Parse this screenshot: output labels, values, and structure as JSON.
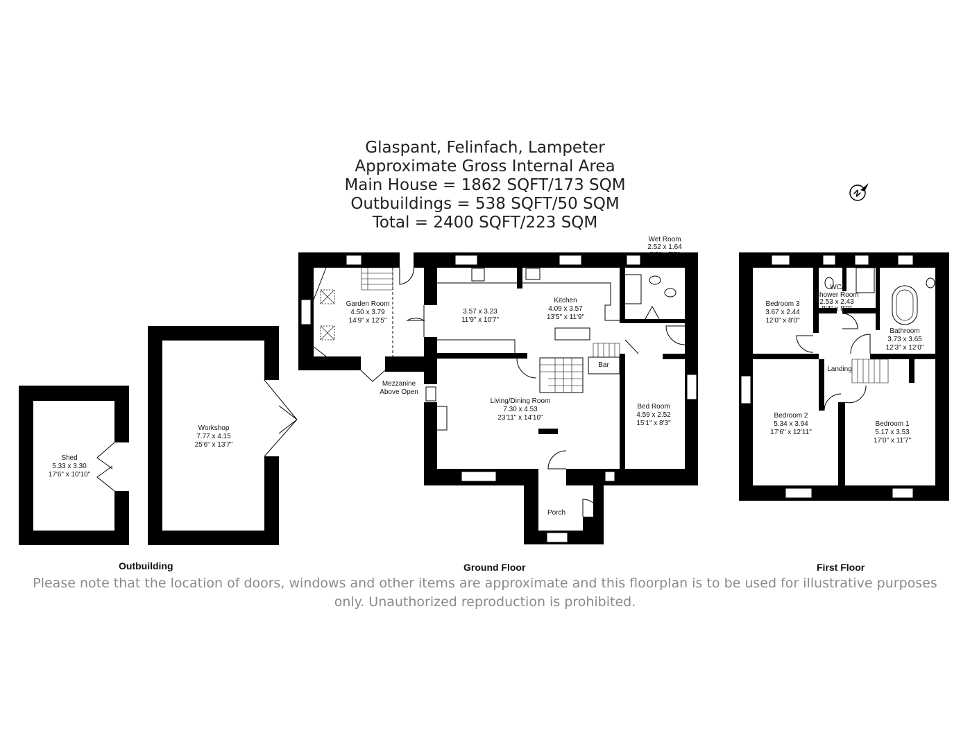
{
  "title": {
    "lines": [
      "Glaspant, Felinfach, Lampeter",
      "Approximate Gross Internal Area",
      "Main House = 1862 SQFT/173 SQM",
      "Outbuildings = 538 SQFT/50 SQM",
      "Total = 2400 SQFT/223 SQM"
    ]
  },
  "floors": {
    "outbuilding": "Outbuilding",
    "ground": "Ground Floor",
    "first": "First Floor"
  },
  "rooms": {
    "shed": {
      "name": "Shed",
      "metric": "5.33 x 3.30",
      "imperial": "17'6\" x 10'10\""
    },
    "workshop": {
      "name": "Workshop",
      "metric": "7.77 x 4.15",
      "imperial": "25'6\" x 13'7\""
    },
    "garden_room": {
      "name": "Garden Room",
      "metric": "4.50 x 3.79",
      "imperial": "14'9\" x 12'5\""
    },
    "mezzanine": {
      "line1": "Mezzanine",
      "line2": "Above Open"
    },
    "unnamed_room": {
      "metric": "3.57 x 3.23",
      "imperial": "11'9\" x 10'7\""
    },
    "kitchen": {
      "name": "Kitchen",
      "metric": "4.09 x 3.57",
      "imperial": "13'5\" x 11'9\""
    },
    "wet_room": {
      "name": "Wet Room",
      "metric": "2.52 x 1.64",
      "imperial": "8'3\" x 5'5\""
    },
    "bar": {
      "name": "Bar"
    },
    "living": {
      "name": "Living/Dining Room",
      "metric": "7.30 x 4.53",
      "imperial": "23'11\" x 14'10\""
    },
    "bedroom_ground": {
      "name": "Bed Room",
      "metric": "4.59 x 2.52",
      "imperial": "15'1\" x 8'3\""
    },
    "porch": {
      "name": "Porch"
    },
    "bedroom3": {
      "name": "Bedroom 3",
      "metric": "3.67 x 2.44",
      "imperial": "12'0\" x 8'0\""
    },
    "wc": {
      "line1": "WC/",
      "line2": "Shower Room",
      "metric": "2.53 x 2.43",
      "imperial": "8'4\" x 8'0\""
    },
    "bathroom": {
      "name": "Bathroom",
      "metric": "3.73 x 3.65",
      "imperial": "12'3\" x 12'0\""
    },
    "landing": {
      "name": "Landing"
    },
    "bedroom2": {
      "name": "Bedroom 2",
      "metric": "5.34 x 3.94",
      "imperial": "17'6\" x 12'11\""
    },
    "bedroom1": {
      "name": "Bedroom 1",
      "metric": "5.17 x 3.53",
      "imperial": "17'0\" x 11'7\""
    }
  },
  "compass": {
    "icon": "compass-north-icon",
    "letter": "N"
  },
  "disclaimer": "Please note that the location of doors, windows and other items are approximate and this floorplan is to be used for illustrative purposes only. Unauthorized reproduction is prohibited.",
  "colors": {
    "wall": "#000000",
    "disclaimer": "#8a8a8a",
    "title": "#222222"
  }
}
